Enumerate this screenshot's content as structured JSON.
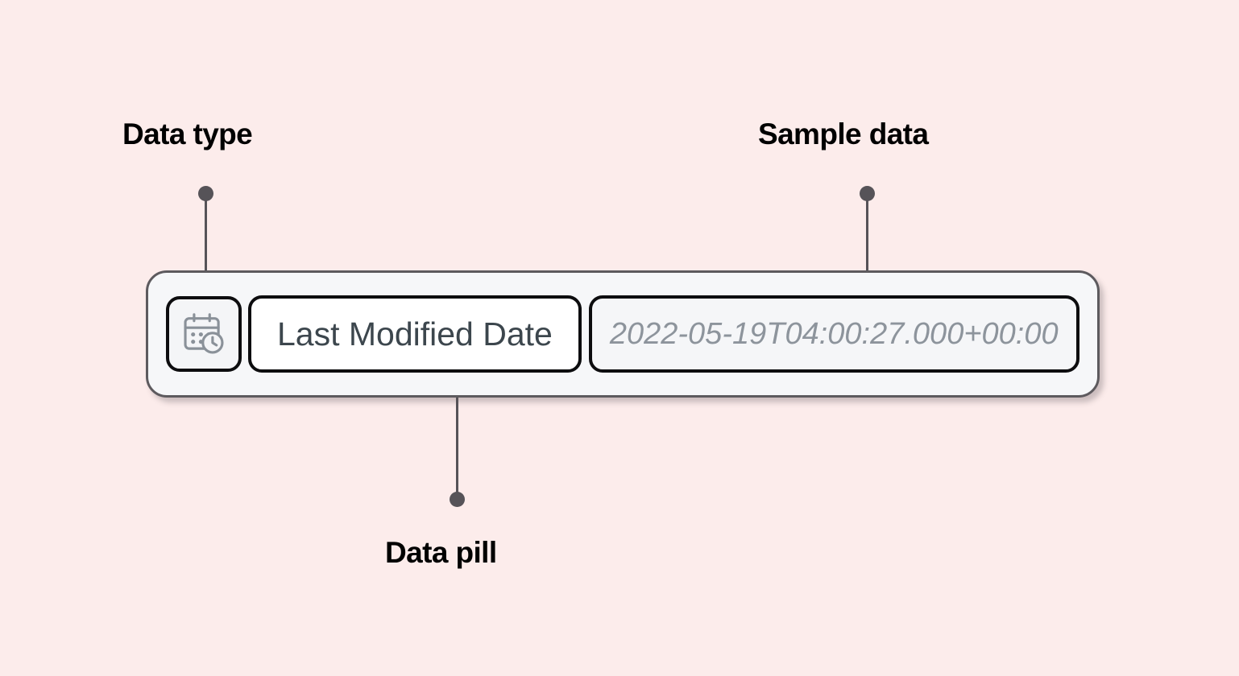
{
  "background_color": "#fceceb",
  "annotations": [
    {
      "id": "data-type",
      "label": "Data type",
      "target": "data-type-chip"
    },
    {
      "id": "sample-data",
      "label": "Sample data",
      "target": "sample-data-box"
    },
    {
      "id": "data-pill",
      "label": "Data pill",
      "target": "data-pill"
    }
  ],
  "field_row": {
    "data_type": {
      "icon": "calendar-clock-icon",
      "icon_color": "#8a9199",
      "chip_border_color": "#0d0d0f",
      "chip_fill": "#f4f5f7"
    },
    "data_pill": {
      "label": "Last Modified Date",
      "text_color": "#3c464d",
      "fill": "#ffffff",
      "border_color": "#0d0d0f"
    },
    "sample_data": {
      "value": "2022-05-19T04:00:27.000+00:00",
      "text_color": "#8d949c",
      "fill": "#f5f6f8",
      "border_color": "#0d0d0f"
    },
    "container": {
      "fill": "#f6f7f9",
      "border_color": "#5d5a5e"
    }
  },
  "leader": {
    "color": "#565358"
  }
}
